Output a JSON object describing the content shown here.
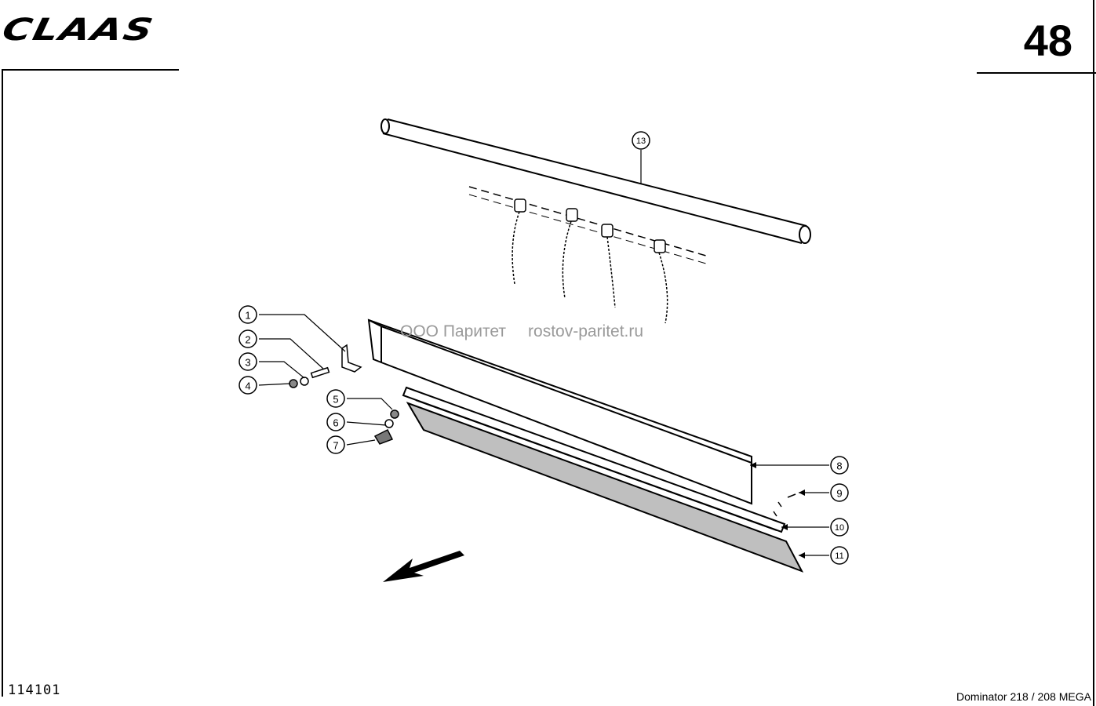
{
  "header": {
    "logo_text": "CLAAS",
    "page_number": "48"
  },
  "footer": {
    "doc_code": "114101",
    "model": "Dominator 218 / 208 MEGA"
  },
  "watermark": {
    "company": "ООО Паритет",
    "site": "rostov-paritet.ru"
  },
  "callouts": [
    "1",
    "2",
    "3",
    "4",
    "5",
    "6",
    "7",
    "8",
    "9",
    "10",
    "11",
    "13"
  ]
}
